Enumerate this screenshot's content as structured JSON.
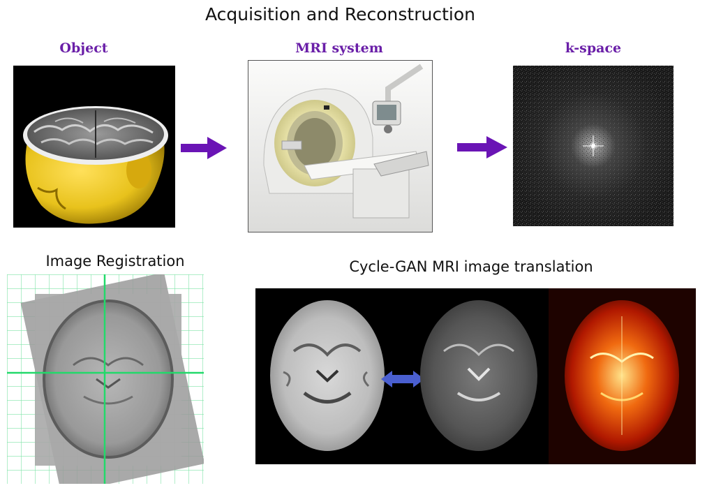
{
  "title": "Acquisition and Reconstruction",
  "pipeline": {
    "object_label": "Object",
    "mri_label": "MRI system",
    "kspace_label": "k-space"
  },
  "registration": {
    "label": "Image Registration"
  },
  "translation": {
    "label": "Cycle-GAN MRI image translation"
  },
  "colors": {
    "label_purple": "#6a1fa8",
    "arrow_purple": "#6a14b5",
    "double_arrow_blue": "#4a5fd0",
    "grid_green": "#3fd27a",
    "head_yellow": "#e8c21c"
  },
  "icons": {
    "flow_arrow": "arrow-right-icon",
    "translation_arrow": "double-arrow-icon"
  }
}
